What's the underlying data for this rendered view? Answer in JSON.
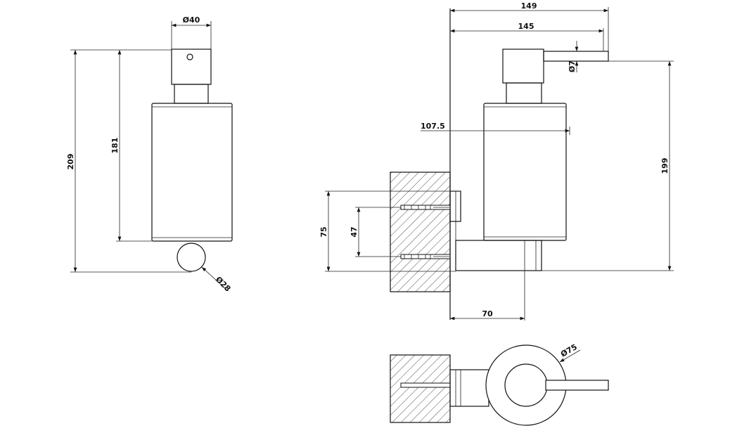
{
  "title": "Wall-mounted soap dispenser technical drawing",
  "colors": {
    "line": "#111111",
    "background": "#ffffff"
  },
  "dimensions": {
    "front_pump_diameter": "Ø40",
    "front_total_height": "209",
    "front_body_height": "181",
    "front_ball_diameter": "Ø28",
    "side_total_depth": "149",
    "side_spout_depth": "145",
    "side_spout_diameter": "Ø7",
    "side_axis_depth": "107.5",
    "side_height": "199",
    "side_fixing_plate": "75",
    "side_screw_spacing": "47",
    "side_arm_depth": "70",
    "top_body_diameter": "Ø75"
  }
}
